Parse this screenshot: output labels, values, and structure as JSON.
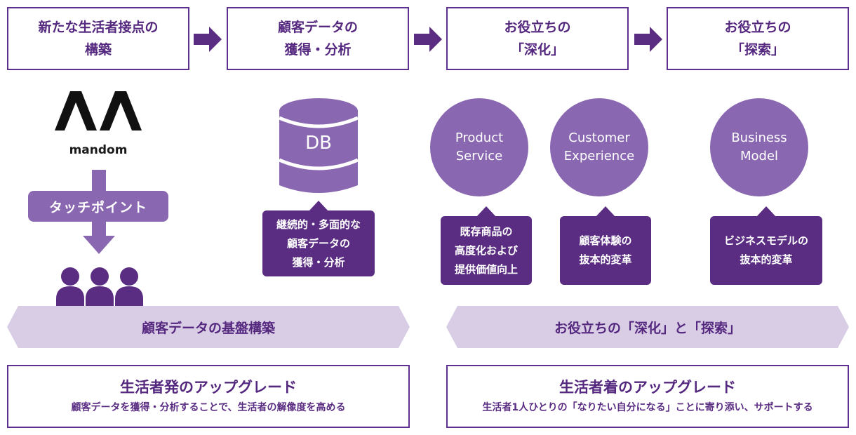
{
  "stages": [
    {
      "line1": "新たな生活者接点の",
      "line2": "構築"
    },
    {
      "line1": "顧客データの",
      "line2": "獲得・分析"
    },
    {
      "line1": "お役立ちの",
      "line2": "「深化」"
    },
    {
      "line1": "お役立ちの",
      "line2": "「探索」"
    }
  ],
  "logo": {
    "text": "mandom"
  },
  "touchpoint": {
    "label": "タッチポイント"
  },
  "db": {
    "label": "DB"
  },
  "db_bubble": {
    "lines": [
      "継続的・多面的な",
      "顧客データの",
      "獲得・分析"
    ]
  },
  "circles": [
    {
      "line1": "Product",
      "line2": "Service"
    },
    {
      "line1": "Customer",
      "line2": "Experience"
    },
    {
      "line1": "Business",
      "line2": "Model"
    }
  ],
  "bubbles": [
    {
      "lines": [
        "既存商品の",
        "高度化および",
        "提供価値向上"
      ]
    },
    {
      "lines": [
        "顧客体験の",
        "抜本的変革"
      ]
    },
    {
      "lines": [
        "ビジネスモデルの",
        "抜本的変革"
      ]
    }
  ],
  "banners": {
    "left": "顧客データの基盤構築",
    "right": "お役立ちの「深化」と「探索」"
  },
  "bottom": {
    "left": {
      "title": "生活者発のアップグレード",
      "sub": "顧客データを獲得・分析することで、生活者の解像度を高める"
    },
    "right": {
      "title": "生活者着のアップグレード",
      "sub": "生活者1人ひとりの「なりたい自分になる」ことに寄り添い、サポートする"
    }
  },
  "colors": {
    "dark_purple": "#5a2d82",
    "mid_purple": "#8a68b1",
    "light_lavender": "#d9cde6"
  }
}
